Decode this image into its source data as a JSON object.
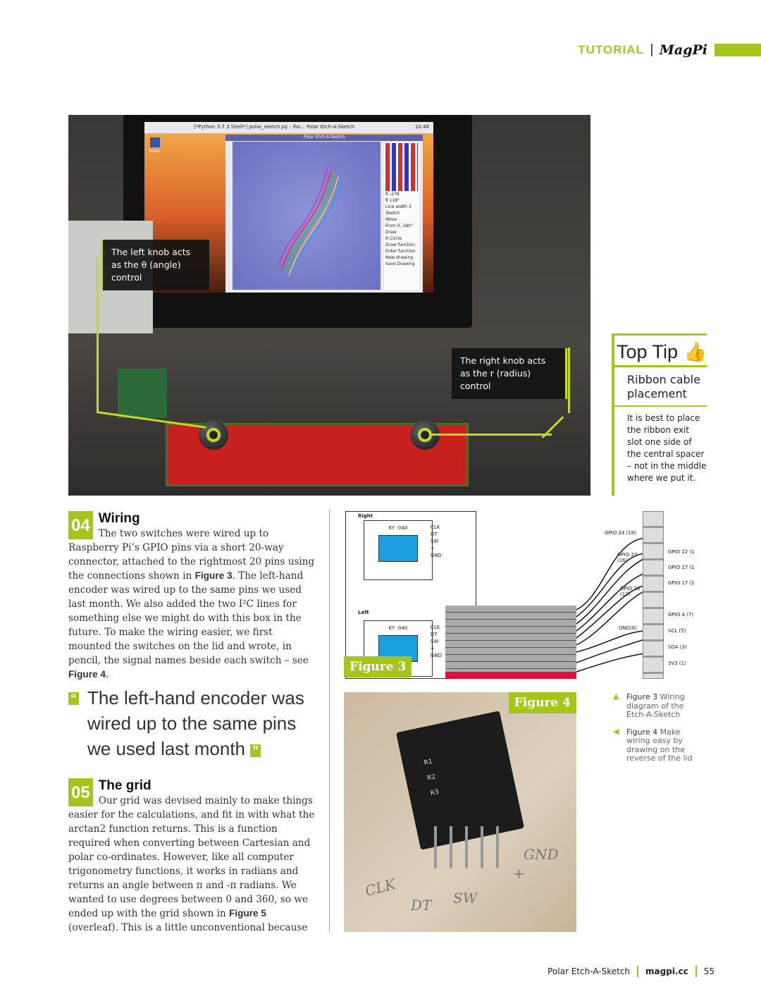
{
  "header": {
    "section": "TUTORIAL",
    "logo": "MagPi",
    "accent": "#a6c51b"
  },
  "photo": {
    "screen": {
      "taskbar": "[*Python 3.7.3 Shell*]   polar_sketch.py - /ho...   Polar Etch-A-Sketch",
      "time": "10:48",
      "window_title": "Polar Etch-A-Sketch",
      "trash": "Trash",
      "readout_r": "R  -278",
      "readout_theta": "θ  118°",
      "menu": [
        "Line width 3",
        "Sketch",
        "Move",
        "From 0, 180°",
        "Draw",
        "R Circle",
        "Draw function",
        "Enter function",
        "New drawing",
        "Save Drawing"
      ]
    },
    "callout_left": "The left knob acts as the θ (angle) control",
    "callout_right": "The right knob acts as the r (radius) control"
  },
  "top_tip": {
    "title": "Top Tip",
    "icon": "thumbs-up-icon",
    "subtitle": "Ribbon cable placement",
    "body": "It is best to place the ribbon exit slot one side of the central spacer – not in the middle where we put it."
  },
  "step04": {
    "number": "04",
    "heading": "Wiring",
    "text_before": "The two switches were wired up to Raspberry Pi’s GPIO pins via a short 20-way connector, attached to the rightmost 20 pins using the connections shown in ",
    "ref1": "Figure 3",
    "text_mid": ". The left-hand encoder was wired up to the same pins we used last month. We also added the two I²C lines for something else we might do with this box in the future. To make the wiring easier, we first mounted the switches on the lid and wrote, in pencil, the signal names beside each switch – see ",
    "ref2": "Figure 4",
    "text_after": "."
  },
  "pull_quote": {
    "open": "“",
    "text": "The left-hand encoder was wired up to the same pins we used last month",
    "close": "”"
  },
  "step05": {
    "number": "05",
    "heading": "The grid",
    "text_before": "Our grid was devised mainly to make things easier for the calculations, and fit in with what the arctan2 function returns. This is a function required when converting between Cartesian and polar co-ordinates. However, like all computer trigonometry functions, it works in radians and returns an angle between π and -π radians. We wanted to use degrees between 0 and 360, so we ended up with the grid shown in ",
    "ref": "Figure 5",
    "text_after": " (overleaf). This is a little unconventional because"
  },
  "figure3": {
    "label": "Figure 3",
    "right": "Right",
    "left": "Left",
    "module": "KY -040",
    "pins": [
      "CLK",
      "DT",
      "SW",
      "+",
      "GND"
    ],
    "gpio_left": [
      "GPIO 24 (18)",
      "GPIO 23 (16)",
      "GPIO 18 (12)",
      "GND(6)"
    ],
    "gpio_right": [
      "GPIO 22 (1",
      "GPIO 27 (1",
      "GPIO 17 (1",
      "GPIO 4 (7)",
      "SCL (5)",
      "SDA (3)",
      "3V3 (1)"
    ]
  },
  "figure4": {
    "label": "Figure 4",
    "handwriting": [
      "CLK",
      "DT",
      "SW",
      "+",
      "GND"
    ],
    "board_labels": [
      "R1",
      "R2",
      "R3"
    ]
  },
  "captions": [
    {
      "ref": "Figure 3",
      "text": " Wiring diagram of the Etch-A-Sketch",
      "icon": "triangle-up-icon"
    },
    {
      "ref": "Figure 4",
      "text": " Make wiring easy by drawing on the reverse of the lid",
      "icon": "triangle-left-icon"
    }
  ],
  "footer": {
    "title": "Polar Etch-A-Sketch",
    "site": "magpi.cc",
    "page": "55"
  }
}
